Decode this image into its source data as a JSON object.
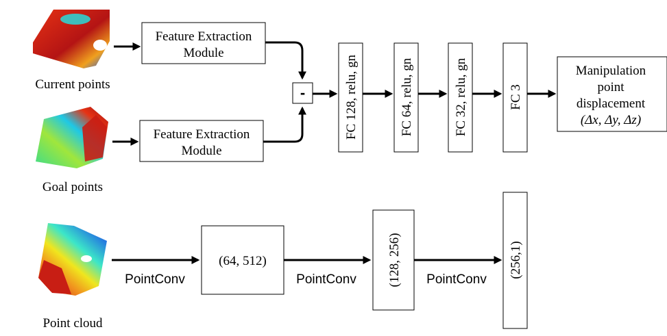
{
  "inputs": {
    "current_label": "Current points",
    "goal_label": "Goal points",
    "cloud_label": "Point cloud"
  },
  "modules": {
    "feature_top_line1": "Feature Extraction",
    "feature_top_line2": "Module",
    "feature_bottom_line1": "Feature Extraction",
    "feature_bottom_line2": "Module",
    "subtract_symbol": "-"
  },
  "fc_layers": [
    "FC 128, relu, gn",
    "FC 64, relu, gn",
    "FC 32, relu, gn",
    "FC 3"
  ],
  "output": {
    "line1": "Manipulation",
    "line2": "point",
    "line3": "displacement",
    "line4": "(Δx, Δy, Δz)"
  },
  "pointconv": {
    "box1": "(64, 512)",
    "box2": "(128, 256)",
    "box3": "(256,1)",
    "edge_label": "PointConv"
  },
  "colors": {
    "jet_red": "#c81e14",
    "jet_yellow": "#f0e61e",
    "jet_cyan": "#1ee6e6",
    "jet_blue": "#1e5ae6"
  }
}
